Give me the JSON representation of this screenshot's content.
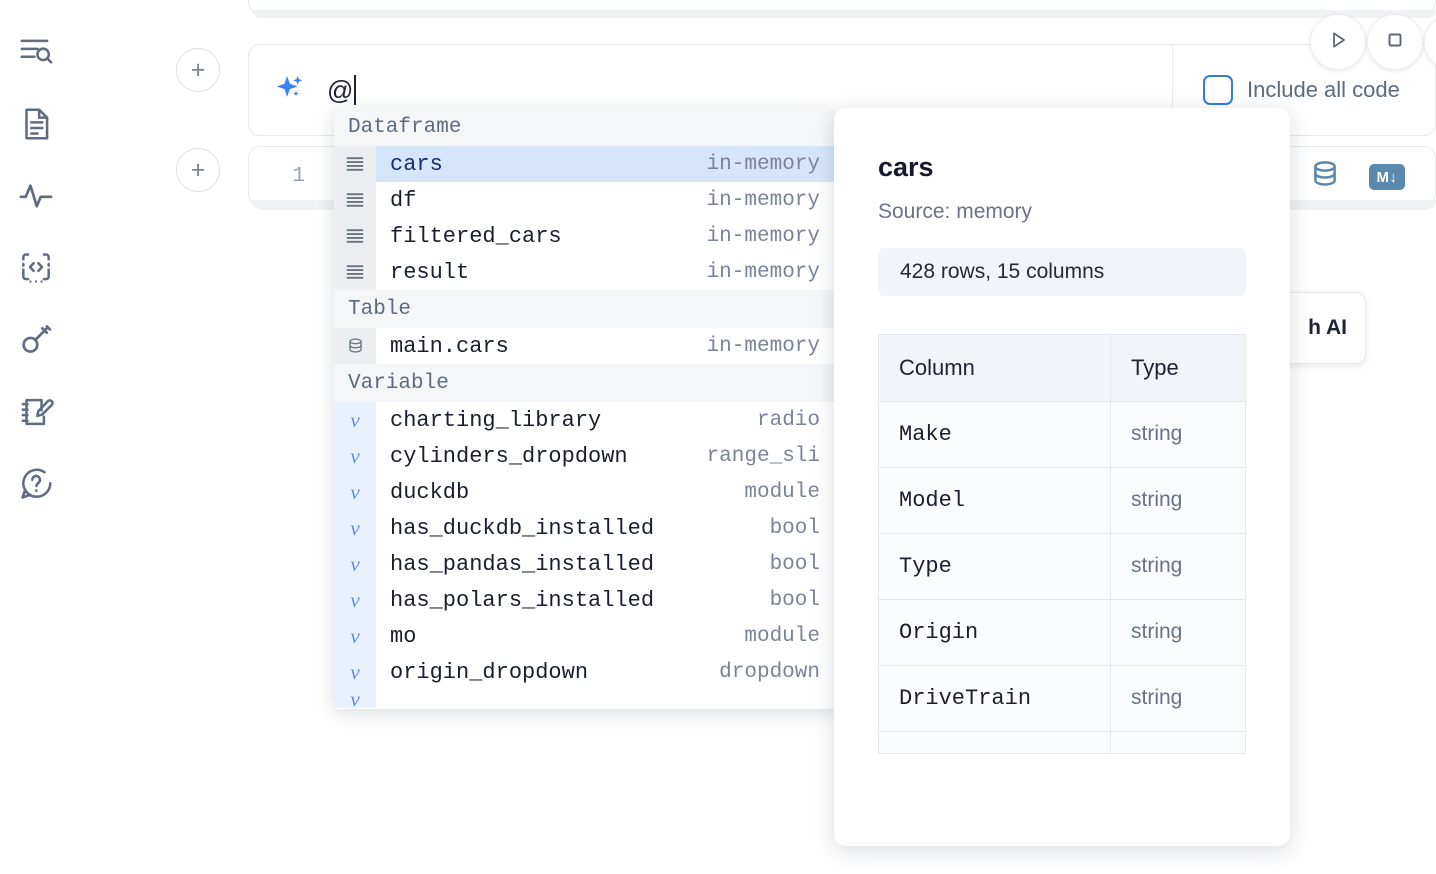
{
  "rail": {
    "items": [
      {
        "name": "explore-icon",
        "label": "Explore"
      },
      {
        "name": "document-icon",
        "label": "Notebook"
      },
      {
        "name": "activity-icon",
        "label": "Activity"
      },
      {
        "name": "code-icon",
        "label": "Code"
      },
      {
        "name": "key-icon",
        "label": "Secrets"
      },
      {
        "name": "scratchpad-icon",
        "label": "Scratchpad"
      },
      {
        "name": "help-icon",
        "label": "Help"
      }
    ]
  },
  "toolbar": {
    "run_label": "Run",
    "stop_label": "Stop",
    "more_label": "More"
  },
  "ai_cell": {
    "prompt_value": "@",
    "include_all_code_label": "Include all code",
    "include_all_code_checked": false,
    "sparkle_color": "#3b82f6"
  },
  "code_cell": {
    "line_number": "1",
    "database_icon_label": "Database",
    "markdown_badge": "M↓",
    "icon_color": "#5b89ad"
  },
  "plus_buttons": {
    "label": "+"
  },
  "hidden_card": {
    "text": "h AI"
  },
  "autocomplete": {
    "selected_index": 0,
    "highlight_color": "#d6e6fa",
    "groups": [
      {
        "label": "Dataframe",
        "items": [
          {
            "icon": "dataframe-icon",
            "name": "cars",
            "kind": "in-memory",
            "selected": true
          },
          {
            "icon": "dataframe-icon",
            "name": "df",
            "kind": "in-memory",
            "selected": false
          },
          {
            "icon": "dataframe-icon",
            "name": "filtered_cars",
            "kind": "in-memory",
            "selected": false
          },
          {
            "icon": "dataframe-icon",
            "name": "result",
            "kind": "in-memory",
            "selected": false
          }
        ]
      },
      {
        "label": "Table",
        "items": [
          {
            "icon": "table-icon",
            "name": "main.cars",
            "kind": "in-memory",
            "selected": false
          }
        ]
      },
      {
        "label": "Variable",
        "items": [
          {
            "icon": "variable-icon",
            "name": "charting_library",
            "kind": "radio",
            "selected": false
          },
          {
            "icon": "variable-icon",
            "name": "cylinders_dropdown",
            "kind": "range_sli",
            "selected": false
          },
          {
            "icon": "variable-icon",
            "name": "duckdb",
            "kind": "module",
            "selected": false
          },
          {
            "icon": "variable-icon",
            "name": "has_duckdb_installed",
            "kind": "bool",
            "selected": false
          },
          {
            "icon": "variable-icon",
            "name": "has_pandas_installed",
            "kind": "bool",
            "selected": false
          },
          {
            "icon": "variable-icon",
            "name": "has_polars_installed",
            "kind": "bool",
            "selected": false
          },
          {
            "icon": "variable-icon",
            "name": "mo",
            "kind": "module",
            "selected": false
          },
          {
            "icon": "variable-icon",
            "name": "origin_dropdown",
            "kind": "dropdown",
            "selected": false
          }
        ]
      }
    ]
  },
  "doc_panel": {
    "title": "cars",
    "source": "Source: memory",
    "shape": "428 rows, 15 columns",
    "table": {
      "headers": [
        "Column",
        "Type"
      ],
      "rows": [
        [
          "Make",
          "string"
        ],
        [
          "Model",
          "string"
        ],
        [
          "Type",
          "string"
        ],
        [
          "Origin",
          "string"
        ],
        [
          "DriveTrain",
          "string"
        ]
      ]
    }
  }
}
